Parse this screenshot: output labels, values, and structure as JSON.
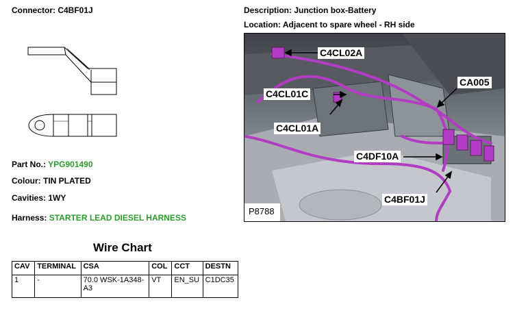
{
  "connector": {
    "label": "Connector:",
    "value": "C4BF01J"
  },
  "description": {
    "label": "Description:",
    "value": "Junction box-Battery"
  },
  "location": {
    "label": "Location:",
    "value": "Adjacent to spare wheel - RH side"
  },
  "part_no": {
    "label": "Part No.:",
    "value": "YPG901490"
  },
  "colour": {
    "label": "Colour:",
    "value": "TIN PLATED"
  },
  "cavities": {
    "label": "Cavities:",
    "value": "1WY"
  },
  "harness": {
    "label": "Harness:",
    "value": "STARTER LEAD DIESEL HARNESS"
  },
  "wire_chart": {
    "title": "Wire Chart",
    "headers": [
      "CAV",
      "TERMINAL",
      "CSA",
      "COL",
      "CCT",
      "DESTN"
    ],
    "rows": [
      [
        "1",
        "-",
        "70.0 WSK-1A348-A3",
        "VT",
        "EN_SU",
        "C1DC35"
      ]
    ]
  },
  "photo": {
    "id_label": "P8788",
    "callouts": [
      "C4CL02A",
      "CA005",
      "C4CL01C",
      "C4CL01A",
      "C4DF10A",
      "C4BF01J"
    ]
  },
  "colors": {
    "harness_green": "#2e9a2e",
    "wire_magenta": "#b23cc4"
  }
}
